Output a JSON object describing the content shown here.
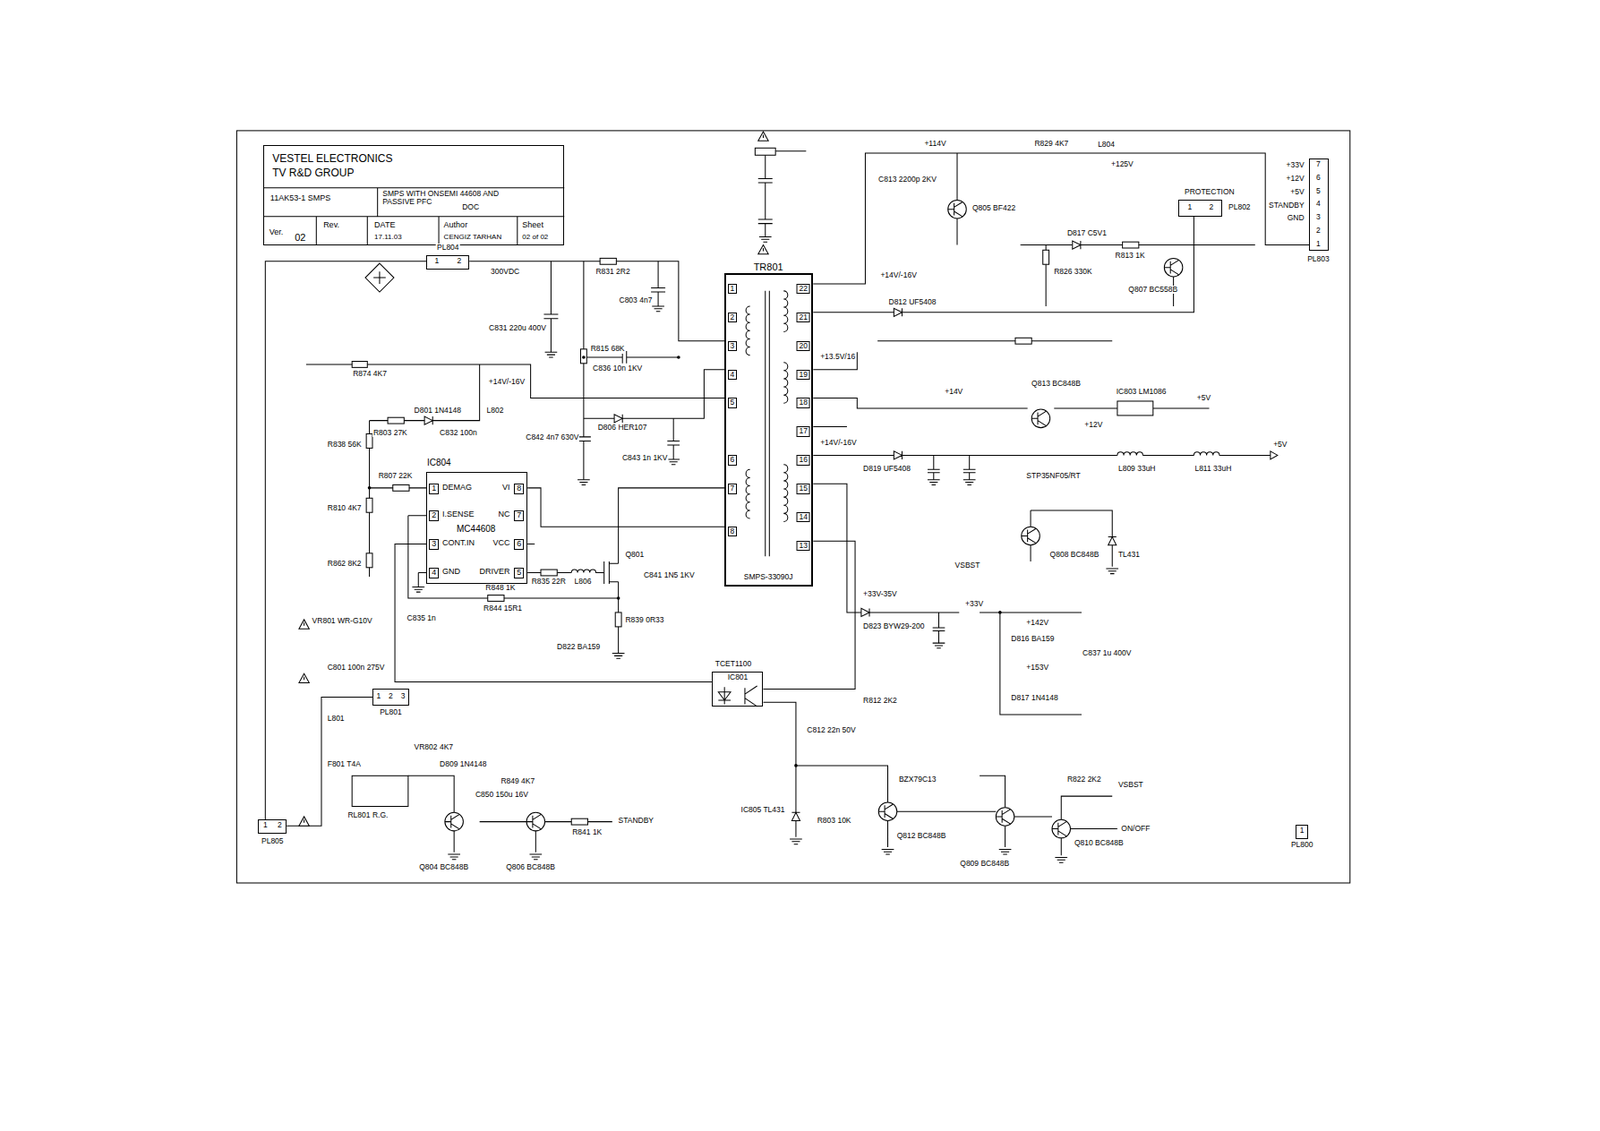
{
  "diagram": {
    "nodes": [
      {
        "text": [
          "VESTEL ELECTRONICS",
          "TV R&D GROUP",
          "11AK53-1 SMPS",
          "SMPS WITH ONSEMI 44608 AND PASSIVE PFC",
          "DOC",
          "Ver.",
          "02",
          "Rev.",
          "DATE",
          "17.11.03",
          "Author",
          "CENGIZ TARHAN",
          "Sheet",
          "02 of 02"
        ]
      },
      {
        "text": [
          "IC804",
          "MC44608",
          "1",
          "DEMAG",
          "2",
          "I.SENSE",
          "3",
          "CONT.IN",
          "4",
          "GND",
          "8",
          "VI",
          "7",
          "NC",
          "6",
          "VCC",
          "5",
          "DRIVER"
        ]
      },
      {
        "text": [
          "TR801",
          "SMPS-33090J",
          "1",
          "2",
          "3",
          "4",
          "5",
          "6",
          "7",
          "8",
          "22",
          "21",
          "20",
          "19",
          "18",
          "17",
          "16",
          "15",
          "14",
          "13"
        ]
      },
      {
        "text": [
          "TCET1100",
          "IC801"
        ]
      },
      {
        "text": [
          "PL804",
          "1",
          "2"
        ]
      },
      {
        "text": [
          "PL803",
          "7",
          "6",
          "5",
          "4",
          "3",
          "2",
          "1"
        ]
      },
      {
        "text": [
          "PL802",
          "1",
          "2"
        ]
      },
      {
        "text": [
          "PL801",
          "1",
          "2",
          "3"
        ]
      },
      {
        "text": [
          "PL805",
          "1",
          "2"
        ]
      },
      {
        "text": [
          "PL800",
          "1"
        ]
      }
    ],
    "edges": [
      {
        "from": 3,
        "to": 1,
        "arrow": "none"
      },
      {
        "from": 2,
        "to": 1,
        "arrow": "none"
      },
      {
        "from": 4,
        "to": 2,
        "arrow": "none"
      },
      {
        "from": 8,
        "to": 4,
        "arrow": "none"
      },
      {
        "from": 8,
        "to": 7,
        "arrow": "none"
      },
      {
        "from": 2,
        "to": 5,
        "arrow": "none"
      },
      {
        "from": 2,
        "to": 3,
        "arrow": "none"
      },
      {
        "from": 2,
        "to": 6,
        "arrow": "none"
      }
    ],
    "labels": [
      "300VDC",
      "R831 2R2",
      "C803 4n7",
      "C831 220u 400V",
      "R874 4K7",
      "+14V/-16V",
      "L802",
      "D801 1N4148",
      "R803 27K",
      "C832 100n",
      "R838 56K",
      "R807 22K",
      "R810 4K7",
      "R862 8K2",
      "C835 1n",
      "R848 1K",
      "R844 15R1",
      "R835 22R",
      "L806",
      "Q801",
      "R839 0R33",
      "D822 BA159",
      "C841 1N5 1KV",
      "C842 4n7 630V",
      "C843 1n 1KV",
      "R815 68K",
      "C836 10n 1KV",
      "D806 HER107",
      "VR801 WR-G10V",
      "C801 100n 275V",
      "L801",
      "F801 T4A",
      "+114V",
      "L804",
      "R829 4K7",
      "C813 2200p 2KV",
      "+125V",
      "Q805 BF422",
      "R826 330K",
      "D817 C5V1",
      "R813 1K",
      "Q807 BC558B",
      "PROTECTION",
      "D812 UF5408",
      "+14V/-16V",
      "+13.5V/16",
      "+14V",
      "Q813 BC848B",
      "+12V",
      "IC803 LM1086",
      "+5V",
      "+14V/-16V",
      "D819 UF5408",
      "STP35NF05/RT",
      "L809 33uH",
      "L811 33uH",
      "+5V",
      "Q808 BC848B",
      "TL431",
      "VSBST",
      "+33V-35V",
      "D823 BYW29-200",
      "+33V",
      "D816 BA159",
      "+142V",
      "C837 1u 400V",
      "+153V",
      "D817 1N4148",
      "R812 2K2",
      "C812 22n 50V",
      "BZX79C13",
      "IC805 TL431",
      "R803 10K",
      "Q812 BC848B",
      "Q809 BC848B",
      "Q810 BC848B",
      "R822 2K2",
      "VSBST",
      "ON/OFF",
      "Q804 BC848B",
      "Q806 BC848B",
      "C850 150u 16V",
      "R841 1K",
      "STANDBY",
      "RL801 R.G.",
      "VR802 4K7",
      "D809 1N4148",
      "R849 4K7",
      "+33V",
      "+12V",
      "+5V",
      "STANDBY",
      "GND"
    ]
  }
}
